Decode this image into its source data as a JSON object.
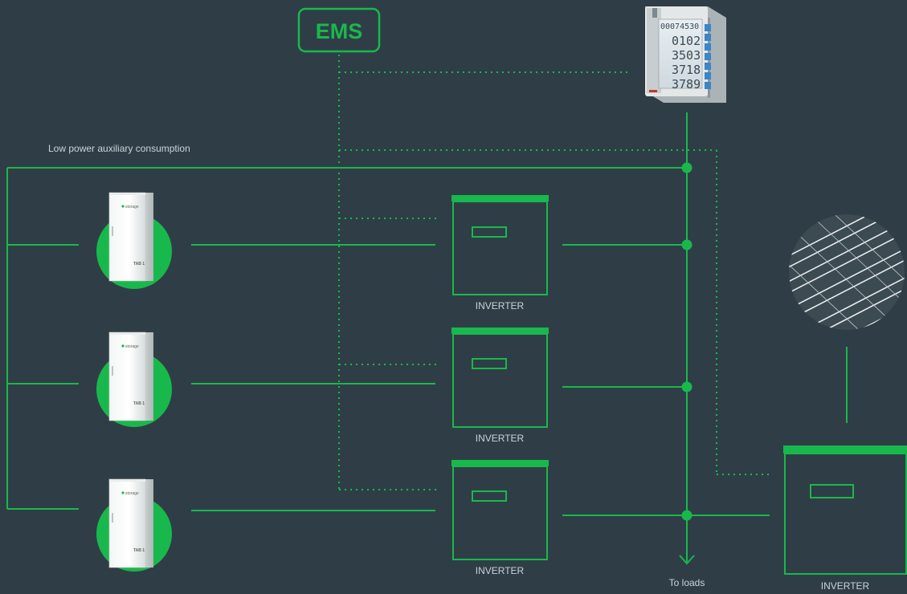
{
  "diagram": {
    "ems_label": "EMS",
    "aux_label": "Low power auxiliary consumption",
    "loads_label": "To loads",
    "inverter_label": "INVERTER",
    "storage_brand": "storage",
    "storage_model": "TAB 1",
    "meter_digits": [
      "00074530",
      "0102",
      "3503",
      "3718",
      "3789"
    ],
    "colors": {
      "background": "#2f3e46",
      "accent_green": "#19b84c",
      "label_text": "#c9d3d8"
    }
  }
}
